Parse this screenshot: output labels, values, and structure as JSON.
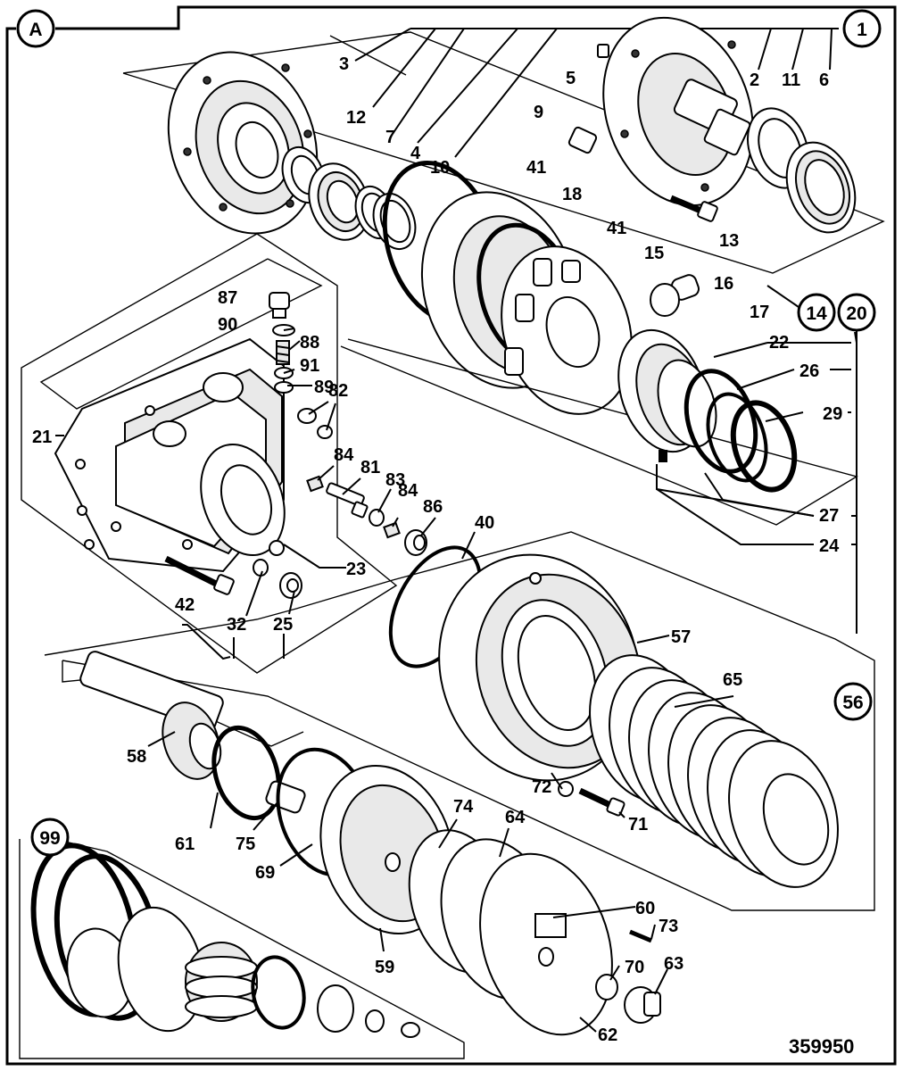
{
  "diagram_id": "359950",
  "section_label": "A",
  "callout_circles": {
    "c1": "1",
    "c14": "14",
    "c20": "20",
    "c56": "56",
    "c99": "99"
  },
  "part_labels": {
    "p2": "2",
    "p3": "3",
    "p4": "4",
    "p5": "5",
    "p6": "6",
    "p7": "7",
    "p9": "9",
    "p10": "10",
    "p11": "11",
    "p12": "12",
    "p13": "13",
    "p15": "15",
    "p16": "16",
    "p17": "17",
    "p18": "18",
    "p21": "21",
    "p22": "22",
    "p23": "23",
    "p24": "24",
    "p25": "25",
    "p26": "26",
    "p27": "27",
    "p29": "29",
    "p32": "32",
    "p40": "40",
    "p41a": "41",
    "p41b": "41",
    "p42": "42",
    "p57": "57",
    "p58": "58",
    "p59": "59",
    "p60": "60",
    "p61": "61",
    "p62": "62",
    "p63": "63",
    "p64": "64",
    "p65": "65",
    "p69": "69",
    "p70": "70",
    "p71": "71",
    "p72": "72",
    "p73": "73",
    "p74": "74",
    "p75": "75",
    "p81": "81",
    "p82": "82",
    "p83": "83",
    "p84a": "84",
    "p84b": "84",
    "p86": "86",
    "p87": "87",
    "p88": "88",
    "p89": "89",
    "p90": "90",
    "p91": "91"
  }
}
